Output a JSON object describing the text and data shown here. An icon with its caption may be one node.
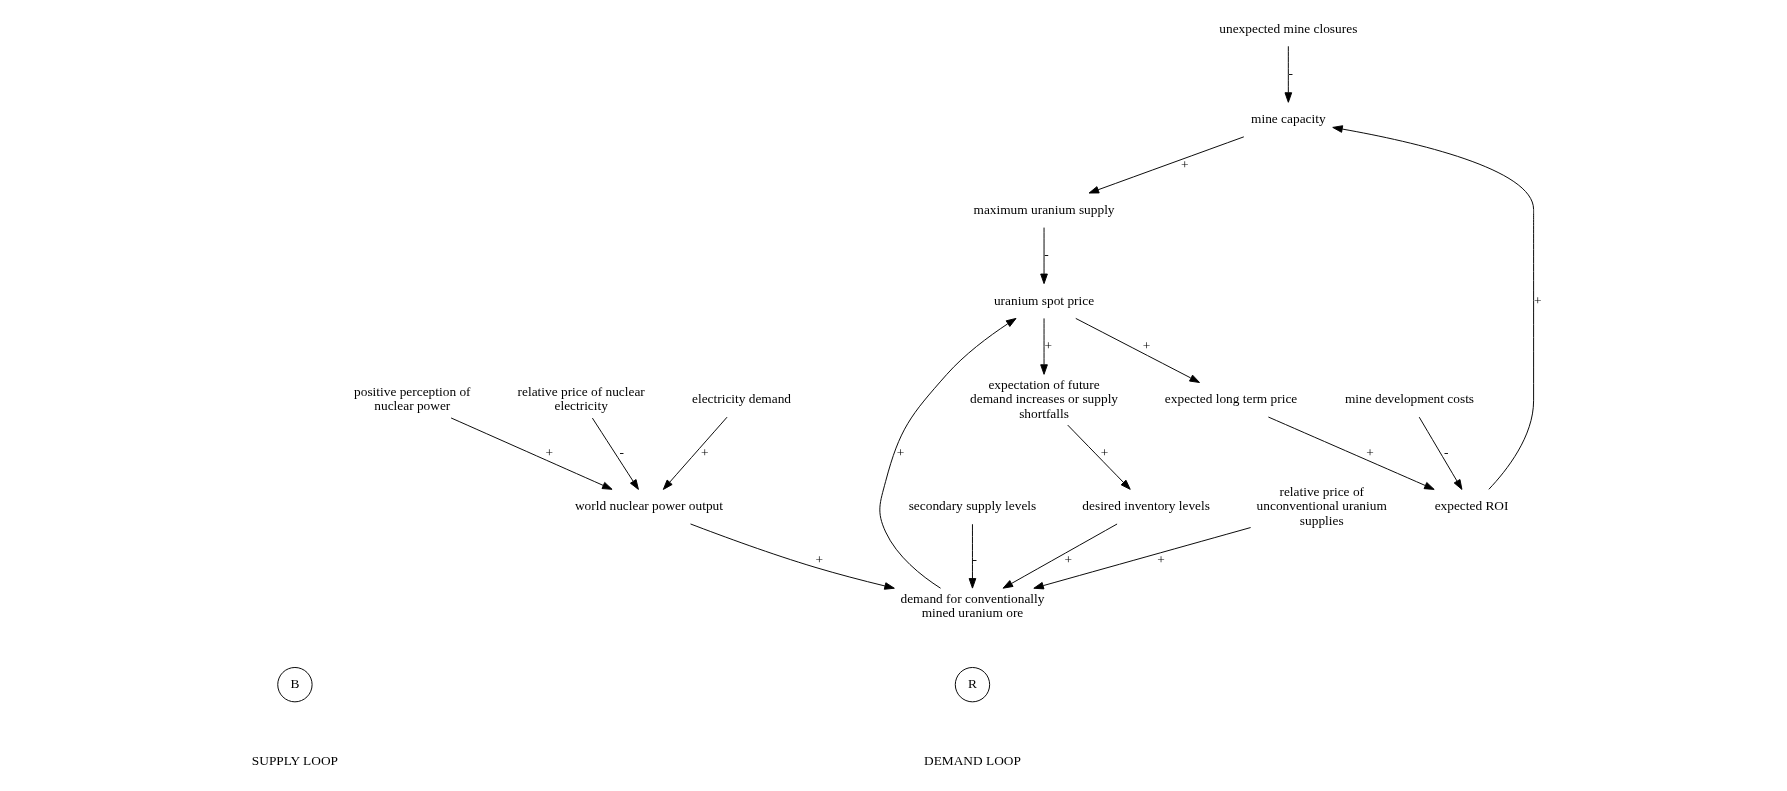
{
  "diagram": {
    "nodes": [
      {
        "text": [
          "unexpected mine closures"
        ]
      },
      {
        "text": [
          "mine capacity"
        ]
      },
      {
        "text": [
          "maximum uranium supply"
        ]
      },
      {
        "text": [
          "secondary supply levels"
        ]
      },
      {
        "text": [
          "relative price of unconventional uranium supplies"
        ]
      },
      {
        "text": [
          "demand for conventionally mined uranium ore"
        ]
      },
      {
        "text": [
          "positive perception of nuclear power"
        ]
      },
      {
        "text": [
          "world nuclear power output"
        ]
      },
      {
        "text": [
          "relative price of nuclear electricity"
        ]
      },
      {
        "text": [
          "electricity demand"
        ]
      },
      {
        "text": [
          "uranium spot price"
        ]
      },
      {
        "text": [
          "desired inventory levels"
        ]
      },
      {
        "text": [
          "expected ROI"
        ]
      },
      {
        "text": [
          "expected long term price"
        ]
      },
      {
        "text": [
          "expectation of future demand increases or supply shortfalls"
        ]
      },
      {
        "text": [
          "mine development costs"
        ]
      }
    ],
    "edges": [
      {
        "from": 0,
        "to": 1,
        "arrow": "to",
        "label": "-"
      },
      {
        "from": 1,
        "to": 2,
        "arrow": "to",
        "label": "+"
      },
      {
        "from": 2,
        "to": 10,
        "arrow": "to",
        "label": "-"
      },
      {
        "from": 3,
        "to": 5,
        "arrow": "to",
        "label": "-"
      },
      {
        "from": 4,
        "to": 5,
        "arrow": "to",
        "label": "+"
      },
      {
        "from": 5,
        "to": 10,
        "arrow": "to",
        "label": "+"
      },
      {
        "from": 6,
        "to": 7,
        "arrow": "to",
        "label": "+"
      },
      {
        "from": 7,
        "to": 5,
        "arrow": "to",
        "label": "+"
      },
      {
        "from": 8,
        "to": 7,
        "arrow": "to",
        "label": "-"
      },
      {
        "from": 9,
        "to": 7,
        "arrow": "to",
        "label": "+"
      },
      {
        "from": 10,
        "to": 13,
        "arrow": "to",
        "label": "+"
      },
      {
        "from": 10,
        "to": 14,
        "arrow": "to",
        "label": "+"
      },
      {
        "from": 14,
        "to": 11,
        "arrow": "to",
        "label": "+"
      },
      {
        "from": 11,
        "to": 5,
        "arrow": "to",
        "label": "+"
      },
      {
        "from": 13,
        "to": 12,
        "arrow": "to",
        "label": "+"
      },
      {
        "from": 12,
        "to": 1,
        "arrow": "to",
        "label": "+"
      },
      {
        "from": 15,
        "to": 12,
        "arrow": "to",
        "label": "-"
      }
    ],
    "labels": [
      "B",
      "SUPPLY LOOP",
      "R",
      "DEMAND LOOP"
    ]
  }
}
